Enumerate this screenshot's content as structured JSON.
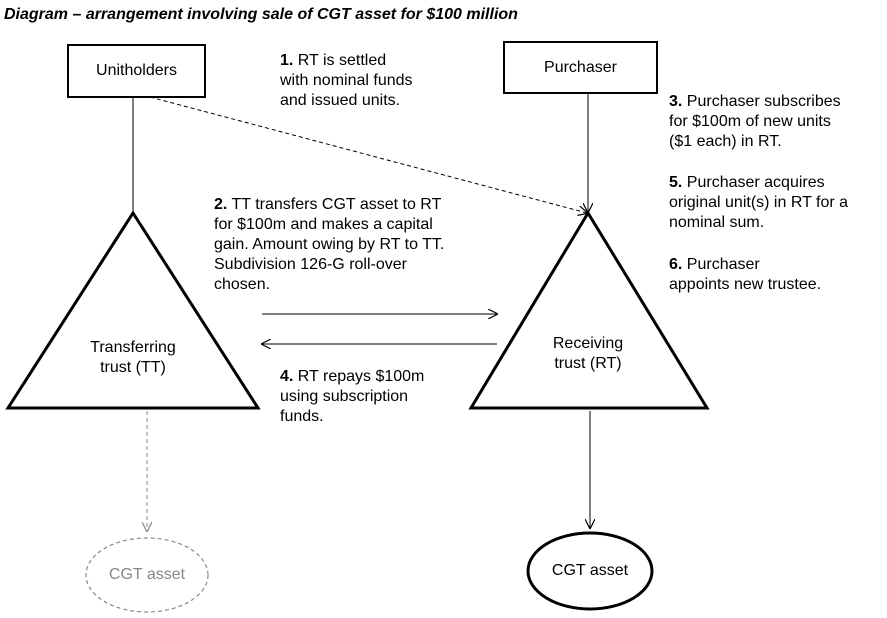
{
  "title": "Diagram – arrangement involving sale of CGT asset for $100 million",
  "nodes": {
    "unitholders": "Unitholders",
    "purchaser": "Purchaser",
    "tt_line1": "Transferring",
    "tt_line2": "trust (TT)",
    "rt_line1": "Receiving",
    "rt_line2": "trust (RT)",
    "cgt_left": "CGT asset",
    "cgt_right": "CGT asset"
  },
  "steps": {
    "s1": {
      "num": "1.",
      "lines": [
        " RT is settled",
        "with nominal funds",
        "and issued units."
      ]
    },
    "s2": {
      "num": "2.",
      "lines": [
        " TT transfers CGT asset to RT",
        "for $100m and makes a capital",
        "gain. Amount owing by RT to TT.",
        "Subdivision 126-G roll-over",
        "chosen."
      ]
    },
    "s3": {
      "num": "3.",
      "lines": [
        " Purchaser subscribes",
        "for $100m  of new units",
        "($1 each) in RT."
      ]
    },
    "s4": {
      "num": "4.",
      "lines": [
        " RT repays $100m",
        "using subscription",
        "funds."
      ]
    },
    "s5": {
      "num": "5.",
      "lines": [
        " Purchaser acquires",
        "original unit(s) in RT for a",
        "nominal sum."
      ]
    },
    "s6": {
      "num": "6.",
      "lines": [
        " Purchaser",
        "appoints new trustee."
      ]
    }
  },
  "colors": {
    "line": "#000000",
    "faded": "#888888"
  }
}
